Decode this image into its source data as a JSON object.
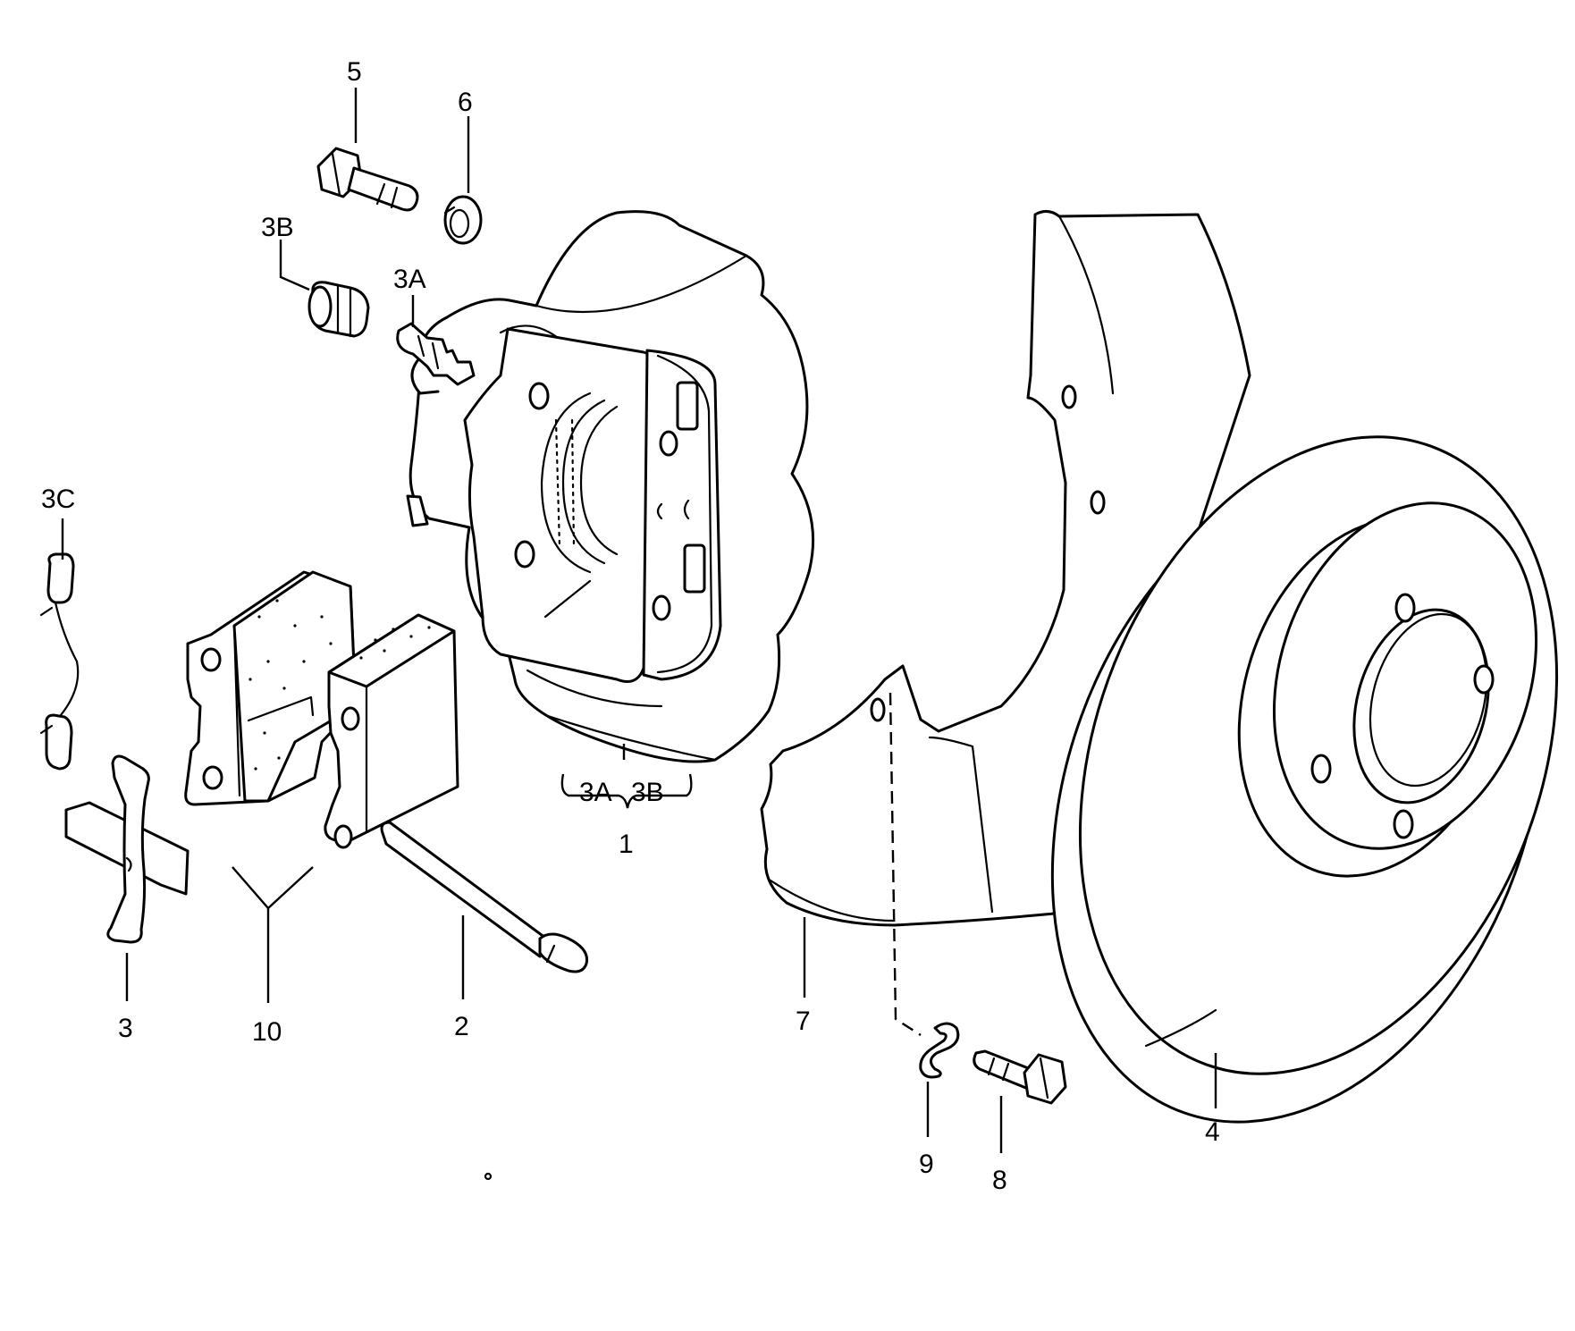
{
  "callouts": {
    "c1": "1",
    "c2": "2",
    "c3": "3",
    "c3a_top": "3A",
    "c3b_top": "3B",
    "c3c": "3C",
    "c3a_group": "3A",
    "c3b_group": "3B",
    "c4": "4",
    "c5": "5",
    "c6": "6",
    "c7": "7",
    "c8": "8",
    "c9": "9",
    "c10": "10"
  },
  "parts": [
    {
      "ref": "1",
      "name": "brake caliper",
      "includes": [
        "3A",
        "3B"
      ]
    },
    {
      "ref": "2",
      "name": "guide pin"
    },
    {
      "ref": "3",
      "name": "pad retaining spring"
    },
    {
      "ref": "3A",
      "name": "bleeder valve"
    },
    {
      "ref": "3B",
      "name": "dust cap"
    },
    {
      "ref": "3C",
      "name": "spring clip"
    },
    {
      "ref": "4",
      "name": "brake disc"
    },
    {
      "ref": "5",
      "name": "hex bolt"
    },
    {
      "ref": "6",
      "name": "spring washer"
    },
    {
      "ref": "7",
      "name": "splash shield"
    },
    {
      "ref": "8",
      "name": "hex bolt"
    },
    {
      "ref": "9",
      "name": "spring washer"
    },
    {
      "ref": "10",
      "name": "brake pad set"
    }
  ],
  "colors": {
    "line": "#000000",
    "background": "#ffffff"
  }
}
